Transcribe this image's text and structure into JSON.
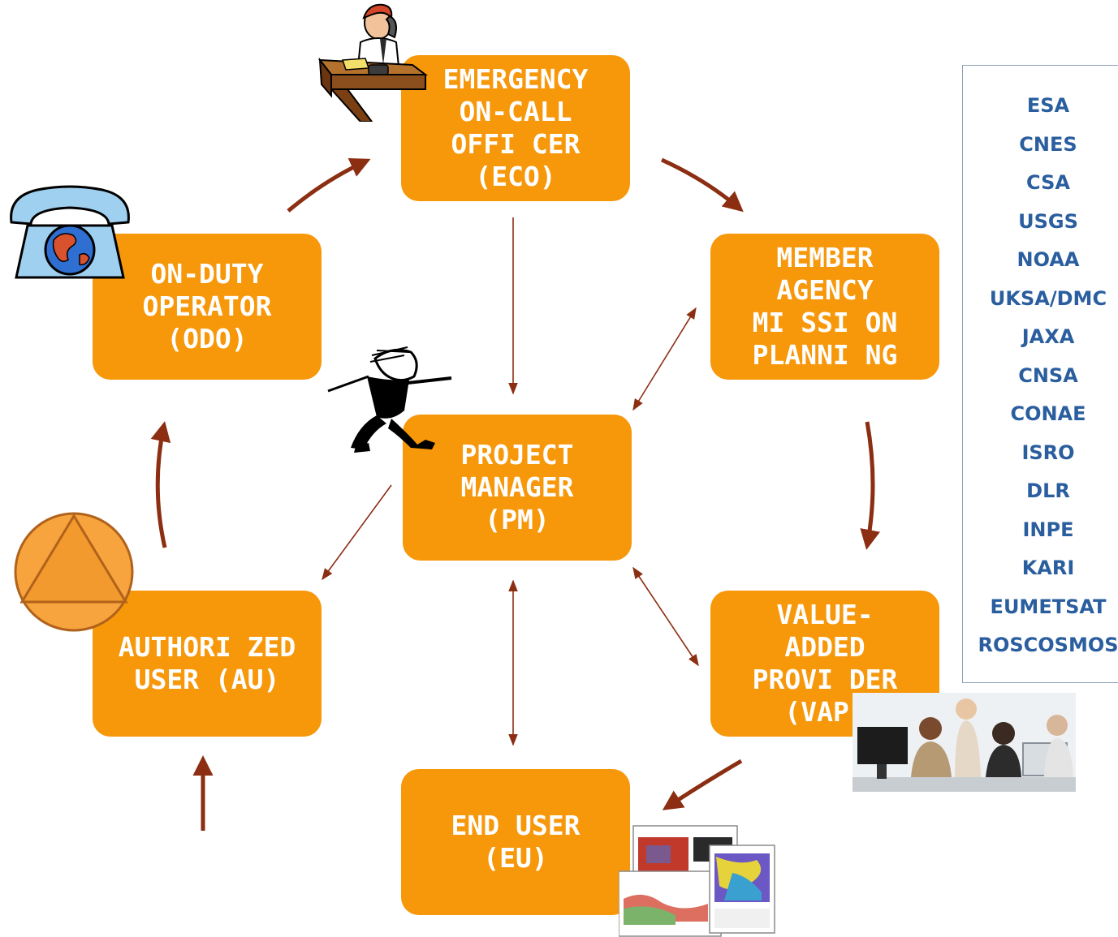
{
  "colors": {
    "box_fill": "#f7970a",
    "box_text": "#ffffff",
    "arrow": "#8b2e12",
    "agency_text": "#2a5e9e"
  },
  "nodes": {
    "eco": "EMERGENCY\nON-CALL\nOFFI CER\n(ECO)",
    "odo": "ON-DUTY\nOPERATOR\n(ODO)",
    "map": "MEMBER\nAGENCY\nMI SSI ON\nPLANNI NG",
    "pm": "PROJECT\nMANAGER\n(PM)",
    "au": "AUTHORI ZED\nUSER (AU)",
    "vap": "VALUE-\nADDED\nPROVI DER\n(VAP)",
    "eu": "END USER\n(EU)"
  },
  "agencies": [
    "ESA",
    "CNES",
    "CSA",
    "USGS",
    "NOAA",
    "UKSA/DMC",
    "JAXA",
    "CNSA",
    "CONAE",
    "ISRO",
    "DLR",
    "INPE",
    "KARI",
    "EUMETSAT",
    "ROSCOSMOS"
  ],
  "icons": [
    "desk-phone-person-icon",
    "globe-telephone-icon",
    "conductor-icon",
    "triangle-emblem-icon",
    "meeting-people-icon",
    "map-documents-icon"
  ]
}
